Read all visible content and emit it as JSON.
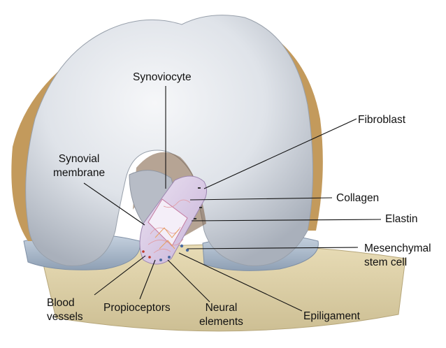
{
  "labels": {
    "synoviocyte": "Synoviocyte",
    "fibroblast": "Fibroblast",
    "synovial_membrane": [
      "Synovial",
      "membrane"
    ],
    "collagen": "Collagen",
    "elastin": "Elastin",
    "mesenchymal_stem_cell": [
      "Mesenchymal",
      "stem cell"
    ],
    "blood_vessels": [
      "Blood",
      "vessels"
    ],
    "propioceptors": "Propioceptors",
    "neural_elements": [
      "Neural",
      "elements"
    ],
    "epiligament": "Epiligament"
  },
  "colors": {
    "cartilage": "#e9ecf0",
    "bone": "#c9a36a",
    "ligament": "#d8c8e6",
    "meniscus": "#a9b9cc",
    "tibia": "#d9cda6",
    "leader_line": "#111111"
  }
}
